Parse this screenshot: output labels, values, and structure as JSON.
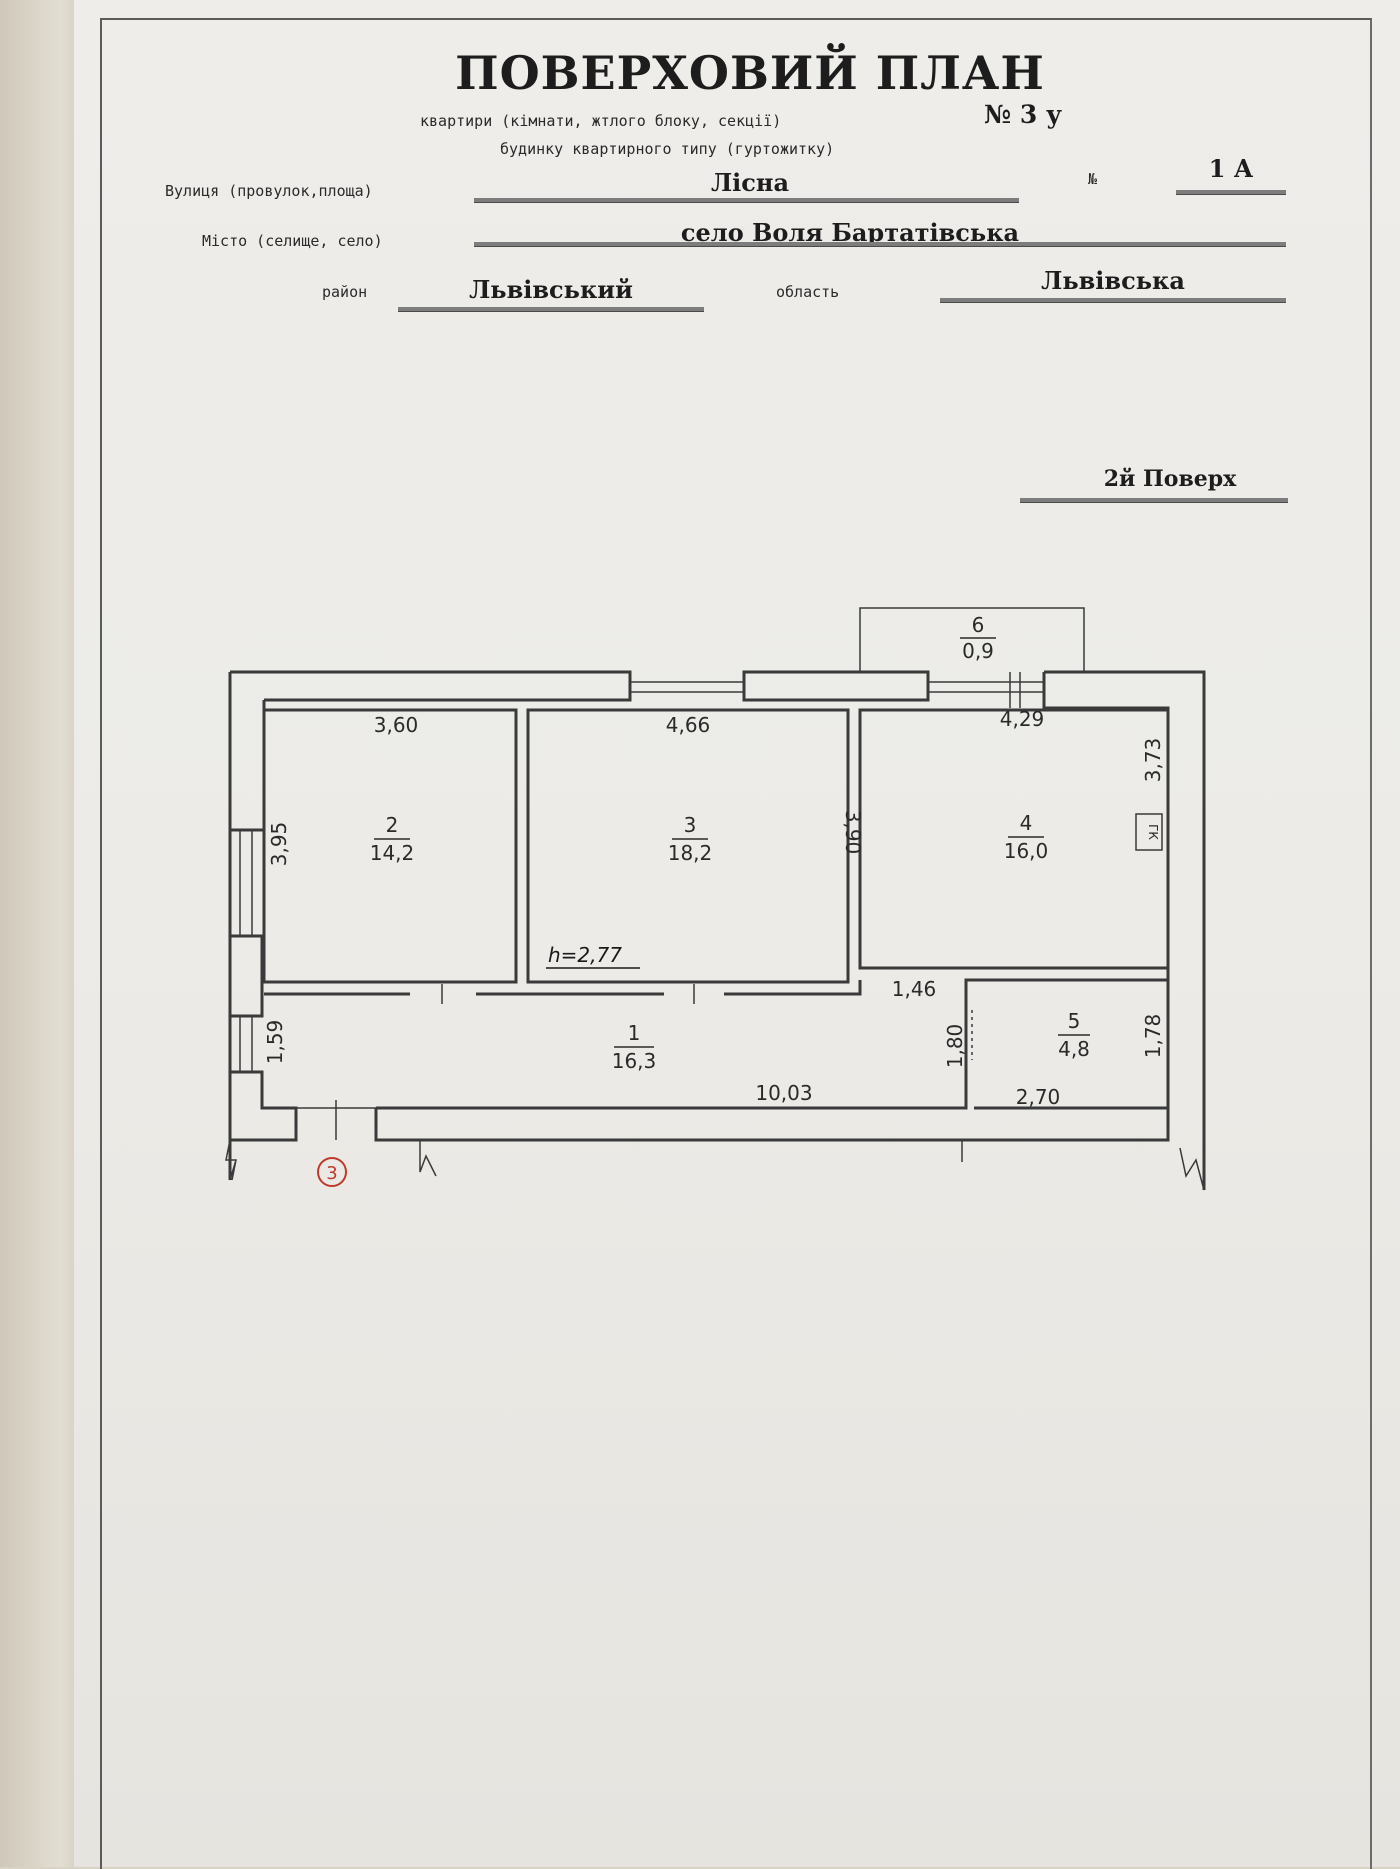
{
  "header": {
    "title": "ПОВЕРХОВИЙ ПЛАН",
    "subtitle_line1": "квартири (кімнати, жтлого блоку, секції)",
    "apartment_no": "№ 3 у",
    "subtitle_line2": "будинку квартирного типу (гуртожитку)"
  },
  "address": {
    "street_label": "Вулиця (провулок,площа)",
    "street_value": "Лісна",
    "number_label": "№",
    "number_value": "1 А",
    "city_label": "Місто (селище, село)",
    "city_value": "село Воля Бартатівська",
    "district_label": "район",
    "district_value": "Львівський",
    "region_label": "область",
    "region_value": "Львівська"
  },
  "floor_label": "2й Поверх",
  "plan": {
    "rooms": [
      {
        "id": "1",
        "area": "16,3"
      },
      {
        "id": "2",
        "area": "14,2"
      },
      {
        "id": "3",
        "area": "18,2"
      },
      {
        "id": "4",
        "area": "16,0"
      },
      {
        "id": "5",
        "area": "4,8"
      },
      {
        "id": "6",
        "area": "0,9"
      }
    ],
    "dimensions": {
      "room2_width": "3,60",
      "room2_height": "3,95",
      "room3_width": "4,66",
      "room3_height": "3,90",
      "room4_width": "4,29",
      "room4_height": "3,73",
      "corridor_gap": "1,46",
      "corridor_height": "1,59",
      "corridor_length": "10,03",
      "corridor_right": "1,80",
      "room5_height": "1,78",
      "room5_width": "2,70"
    },
    "ceiling_note": "h=2,77",
    "entrance_mark": "3",
    "boiler_mark": "ГК"
  }
}
